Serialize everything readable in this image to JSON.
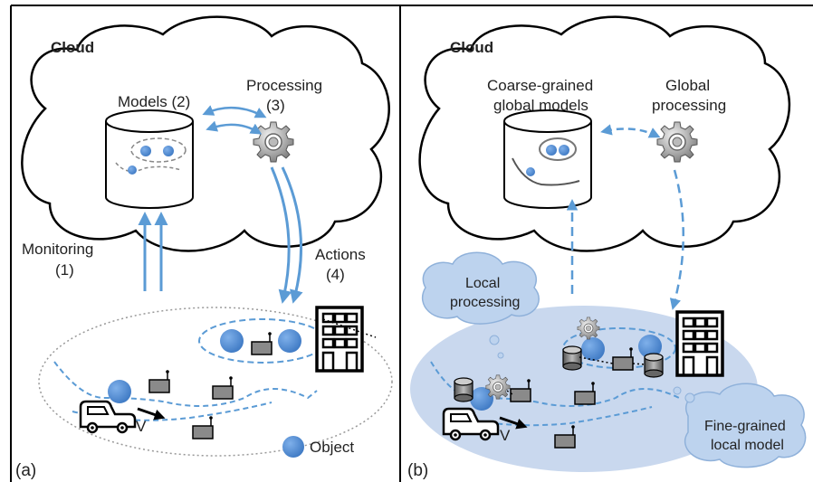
{
  "panel_a": {
    "cloud_title": "Cloud",
    "models_label": "Models (2)",
    "processing_label_1": "Processing",
    "processing_label_2": "(3)",
    "monitoring_label_1": "Monitoring",
    "monitoring_label_2": "(1)",
    "actions_label_1": "Actions",
    "actions_label_2": "(4)",
    "velocity_label": "V",
    "legend_label": "Object",
    "panel_letter": "(a)"
  },
  "panel_b": {
    "cloud_title": "Cloud",
    "coarse_label_1": "Coarse-grained",
    "coarse_label_2": "global models",
    "global_label_1": "Global",
    "global_label_2": "processing",
    "local_proc_label_1": "Local",
    "local_proc_label_2": "processing",
    "fine_label_1": "Fine-grained",
    "fine_label_2": "local model",
    "velocity_label": "V",
    "panel_letter": "(b)"
  },
  "colors": {
    "arrow_blue": "#5b9bd5",
    "object_blue": "#4a86d0",
    "region_fill": "#c9d8ee",
    "small_cloud_fill": "#bdd3ee",
    "border": "#000000"
  },
  "icons": [
    "gear-icon",
    "database-icon",
    "building-icon",
    "car-icon",
    "sensor-icon",
    "object-dot"
  ]
}
